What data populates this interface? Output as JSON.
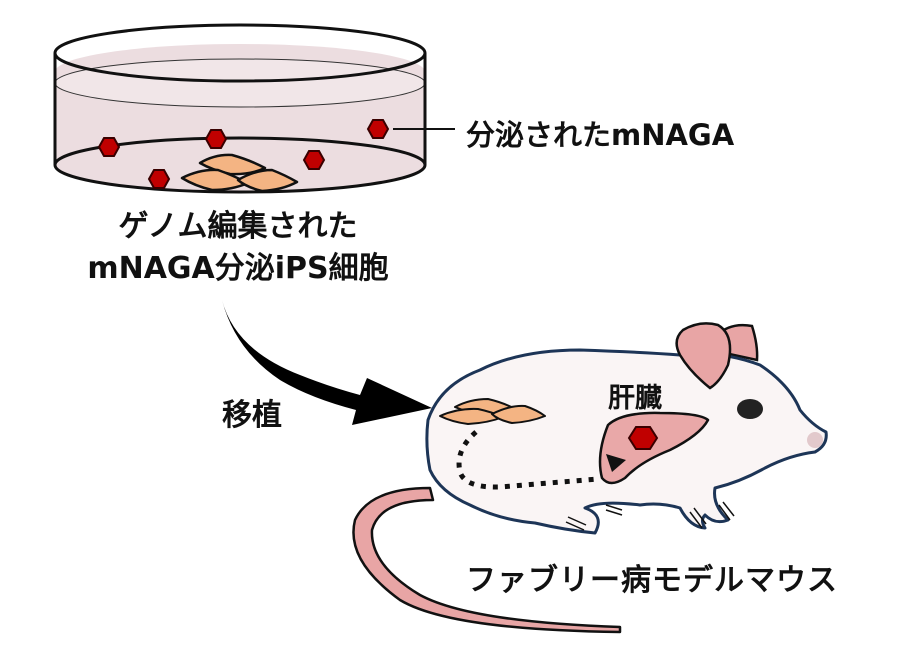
{
  "labels": {
    "secreted_protein": "分泌されたmNAGA",
    "cells_line1": "ゲノム編集された",
    "cells_line2": "mNAGA分泌iPS細胞",
    "transplant": "移植",
    "liver": "肝臓",
    "mouse": "ファブリー病モデルマウス"
  },
  "colors": {
    "protein": "#c00000",
    "cells": "#f4b483",
    "medium": "#ecdde0",
    "mouse_body": "#faf5f5",
    "mouse_outline": "#1d3557",
    "pink_parts": "#e8a5a5",
    "liver": "#e9a8a8"
  },
  "diagram": {
    "nodes": [
      {
        "id": "dish",
        "label": "ゲノム編集された mNAGA分泌iPS細胞"
      },
      {
        "id": "protein",
        "label": "分泌されたmNAGA"
      },
      {
        "id": "mouse",
        "label": "ファブリー病モデルマウス"
      },
      {
        "id": "liver",
        "label": "肝臓"
      }
    ],
    "edges": [
      {
        "from": "dish",
        "to": "mouse",
        "label": "移植",
        "style": "solid-curved"
      },
      {
        "from": "transplanted-cells",
        "to": "liver",
        "label": "",
        "style": "dotted"
      }
    ]
  }
}
